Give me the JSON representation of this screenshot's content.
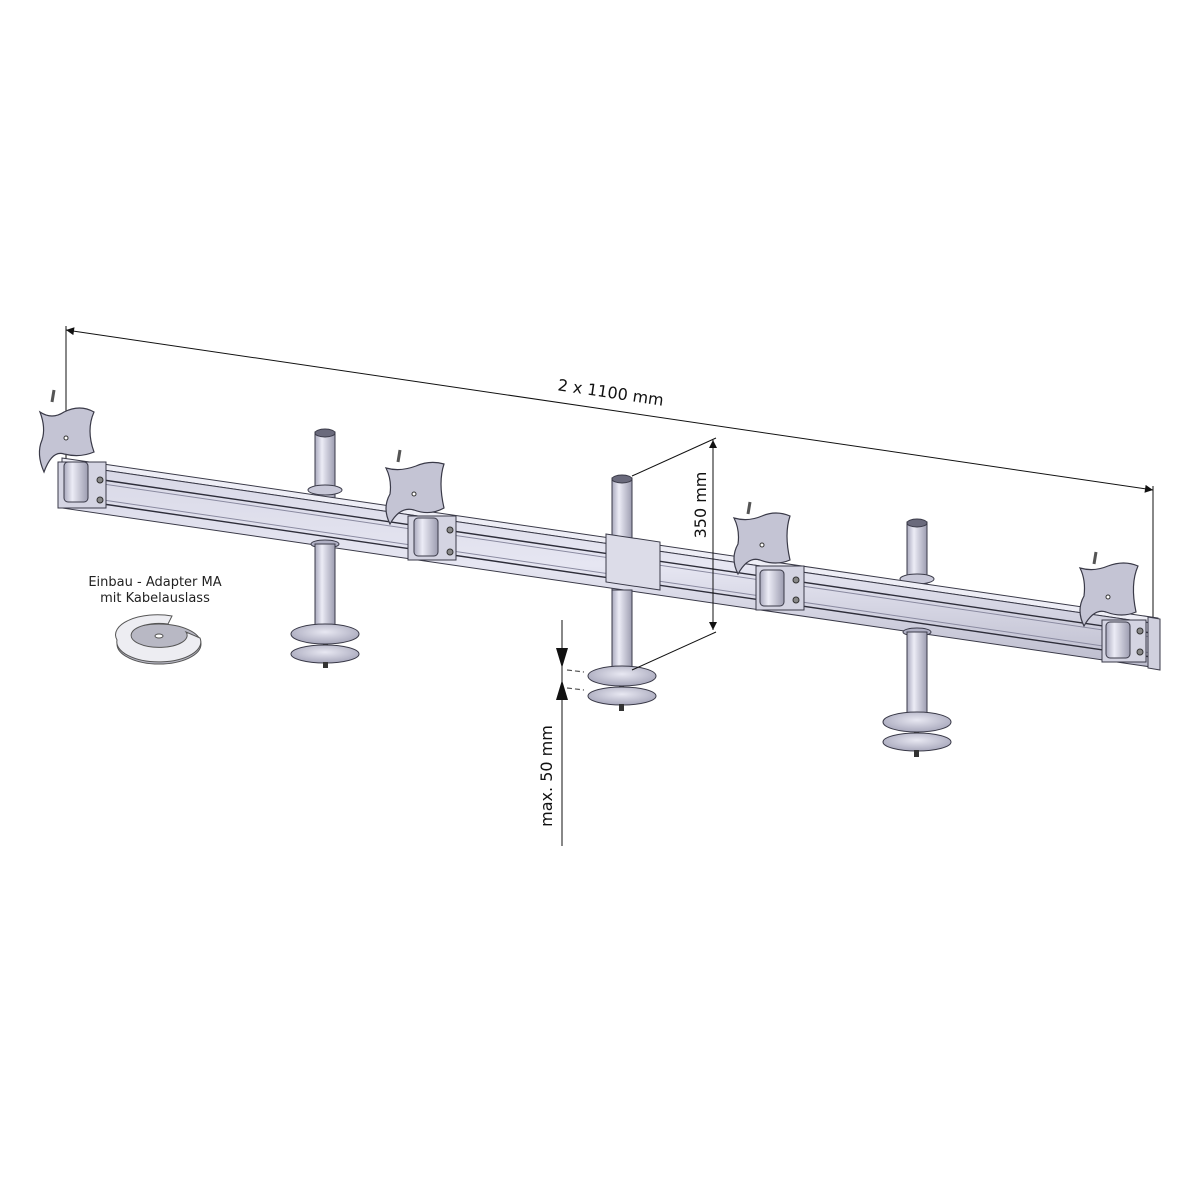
{
  "diagram": {
    "subject": "Quad monitor bar mount with three desk clamp columns",
    "dimensions": {
      "total_length": "2 x 1100 mm",
      "column_height": "350 mm",
      "max_desk_thickness": "max. 50 mm"
    },
    "adapter": {
      "line1": "Einbau - Adapter MA",
      "line2": "mit Kabelauslass"
    },
    "components": {
      "vesa_plates": 4,
      "columns": 3,
      "desk_clamps": 3,
      "rail_segments": 2
    },
    "colors": {
      "metal_light": "#e4e4f0",
      "metal_mid": "#c8c8d8",
      "metal_dark": "#9a9aae",
      "outline": "#3a3a48",
      "dimension_line": "#111111",
      "background": "#ffffff"
    }
  }
}
